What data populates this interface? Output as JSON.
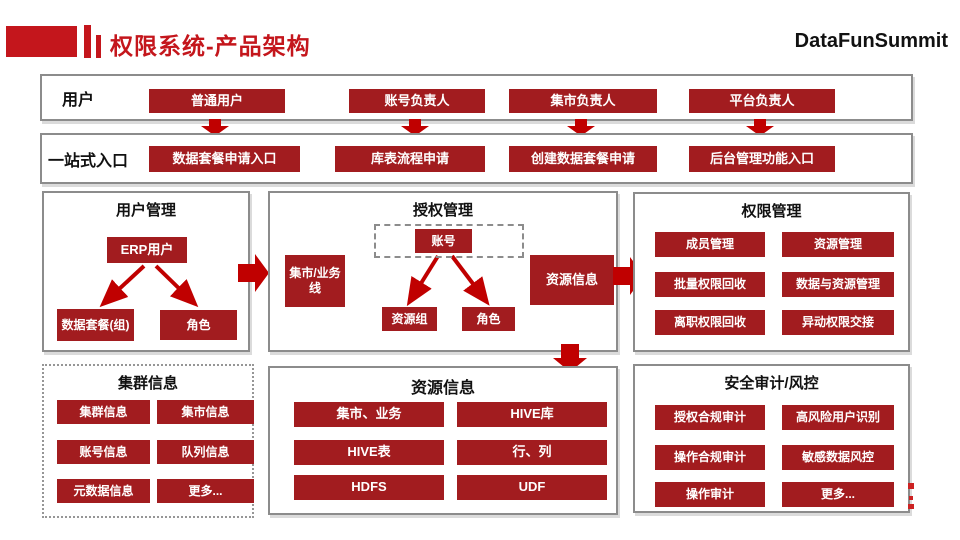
{
  "header": {
    "title": "权限系统-产品架构",
    "brand": "DataFunSummit"
  },
  "colors": {
    "accent_red": "#C4161C",
    "arrow_red": "#C00000",
    "node_red": "#A21C1F",
    "border_gray": "#8C8C8C"
  },
  "user_row": {
    "label": "用户",
    "items": [
      "普通用户",
      "账号负责人",
      "集市负责人",
      "平台负责人"
    ]
  },
  "entry_row": {
    "label": "一站式入口",
    "items": [
      "数据套餐申请入口",
      "库表流程申请",
      "创建数据套餐申请",
      "后台管理功能入口"
    ]
  },
  "user_mgmt": {
    "title": "用户管理",
    "root": "ERP用户",
    "left_child": "数据套餐(组)",
    "right_child": "角色"
  },
  "auth_mgmt": {
    "title": "授权管理",
    "account": "账号",
    "market_line": "集市/业务线",
    "resource_info": "资源信息",
    "resource_group": "资源组",
    "role": "角色"
  },
  "perm_mgmt": {
    "title": "权限管理",
    "items": [
      "成员管理",
      "资源管理",
      "批量权限回收",
      "数据与资源管理",
      "离职权限回收",
      "异动权限交接"
    ]
  },
  "cluster_info": {
    "title": "集群信息",
    "items": [
      "集群信息",
      "集市信息",
      "账号信息",
      "队列信息",
      "元数据信息",
      "更多..."
    ]
  },
  "resource_info": {
    "title": "资源信息",
    "items": [
      "集市、业务",
      "HIVE库",
      "HIVE表",
      "行、列",
      "HDFS",
      "UDF"
    ]
  },
  "audit": {
    "title": "安全审计/风控",
    "items": [
      "授权合规审计",
      "高风险用户识别",
      "操作合规审计",
      "敏感数据风控",
      "操作审计",
      "更多..."
    ]
  }
}
